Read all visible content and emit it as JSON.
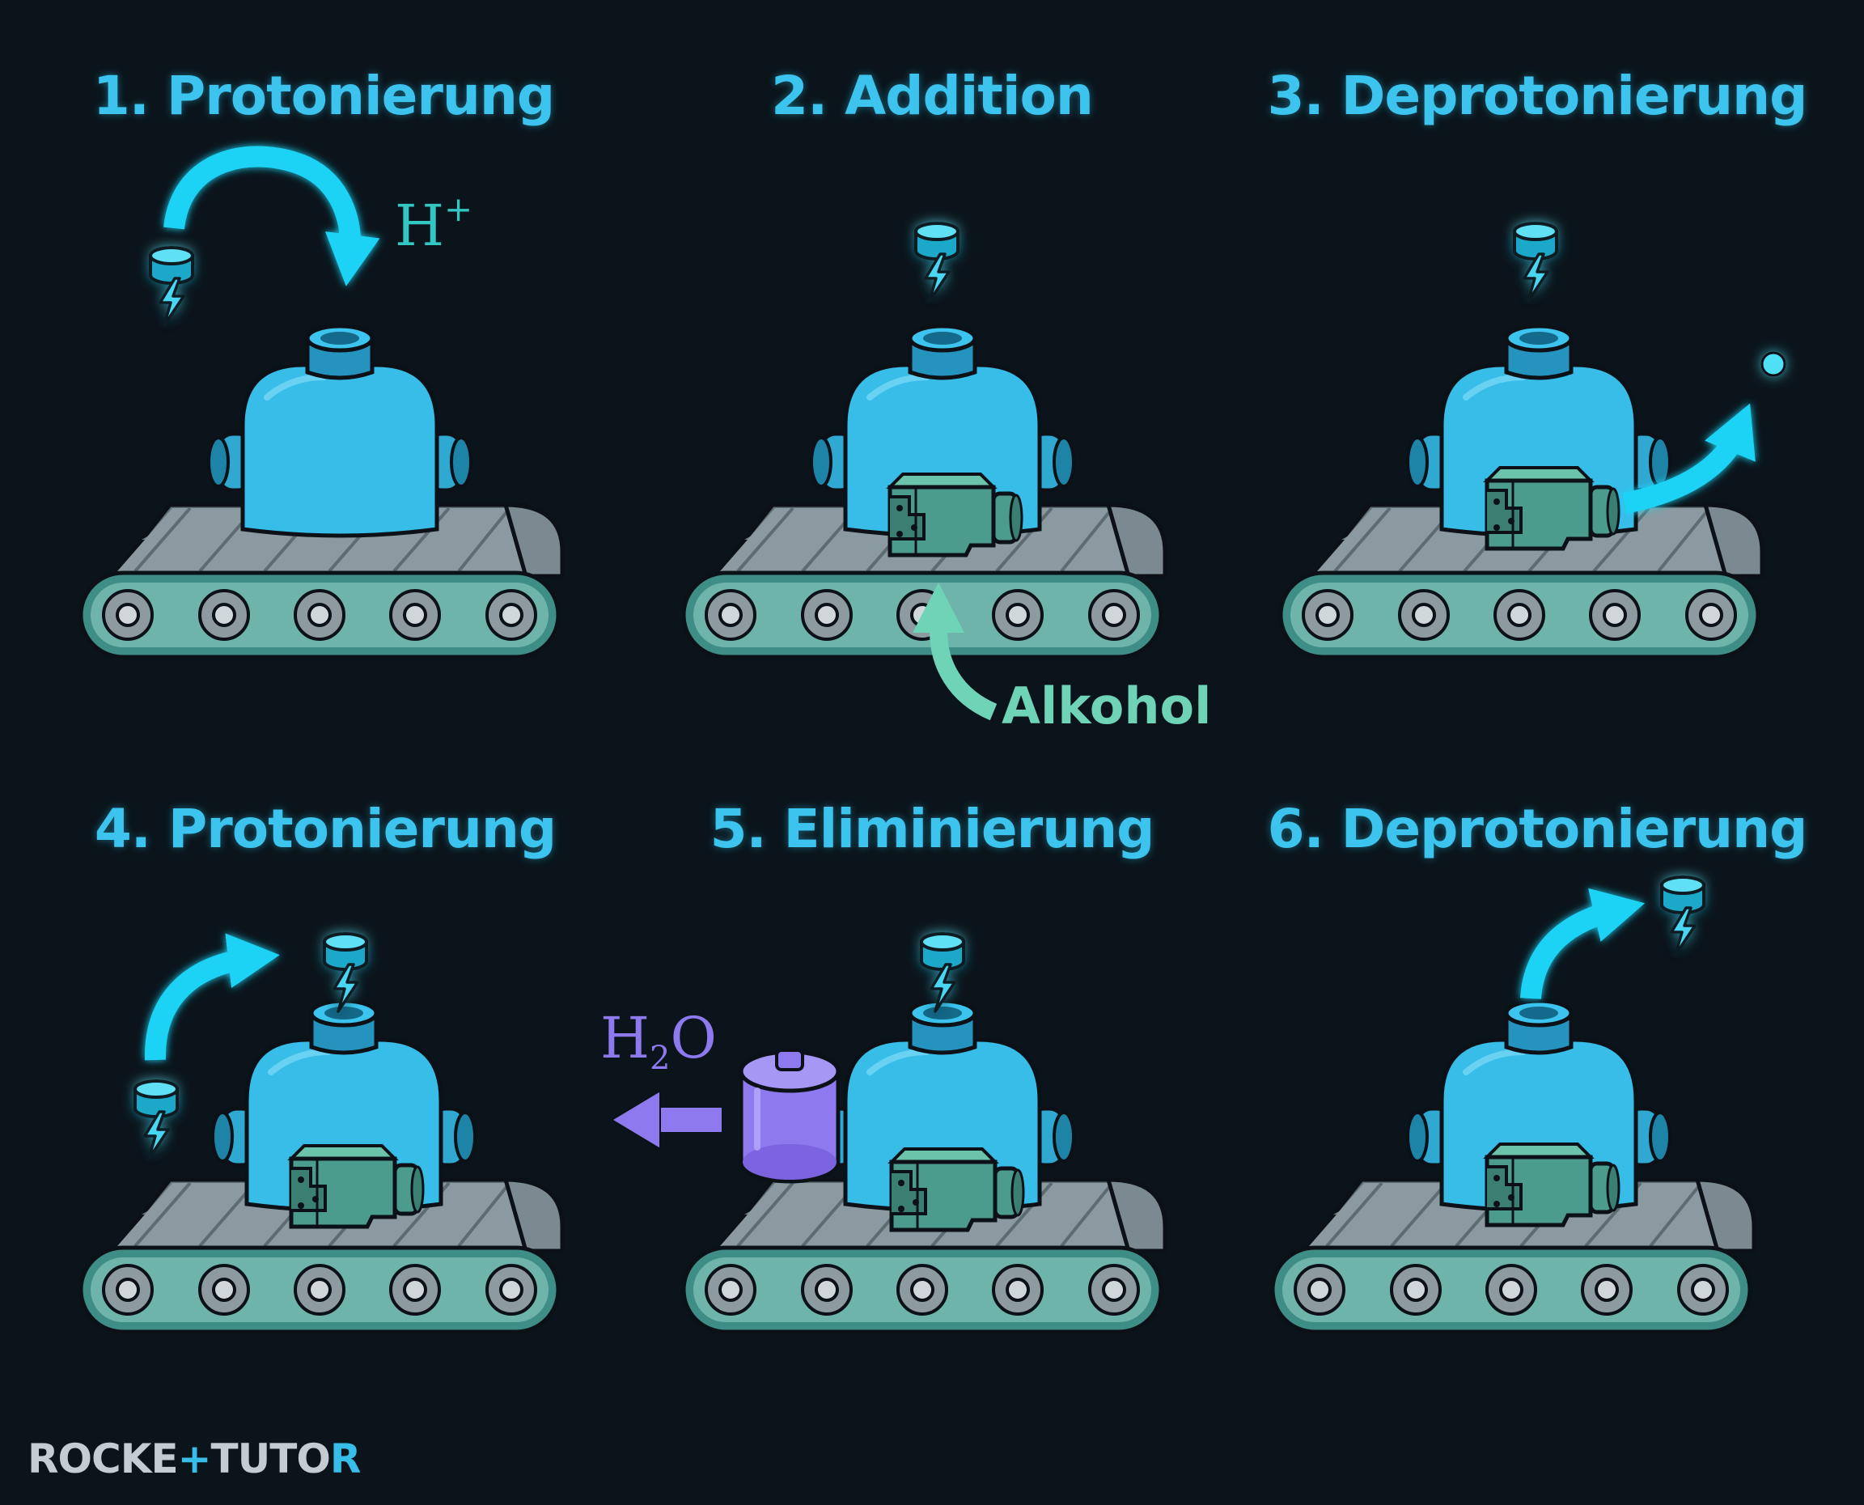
{
  "steps": [
    {
      "label": "1. Protonierung"
    },
    {
      "label": "2. Addition"
    },
    {
      "label": "3. Deprotonierung"
    },
    {
      "label": "4. Protonierung"
    },
    {
      "label": "5. Eliminierung"
    },
    {
      "label": "6. Deprotonierung"
    }
  ],
  "labels": {
    "h_plus": {
      "base": "H",
      "sup": "+"
    },
    "alkohol": "Alkohol",
    "water": {
      "h": "H",
      "sub": "2",
      "o": "O"
    }
  },
  "brand": {
    "part1": "ROCKE",
    "plus": "+",
    "part2": "TUTO",
    "end": "R"
  },
  "icons": {
    "proton": "lightning-bolt-icon",
    "vessel": "reactor-vessel-icon",
    "alcohol": "green-block-icon",
    "water": "purple-canister-icon",
    "conveyor": "conveyor-belt-icon"
  },
  "colors": {
    "background": "#0b141b",
    "title": "#3cc4ee",
    "vessel": "#37bde8",
    "proton": "#49d6f2",
    "arrow": "#1fd3f5",
    "alcohol_block": "#4b9c8d",
    "alcohol_label": "#6fd3b6",
    "water": "#8e79ee",
    "conveyor_belt": "#8b9aa0",
    "conveyor_frame": "#3f8d87"
  }
}
